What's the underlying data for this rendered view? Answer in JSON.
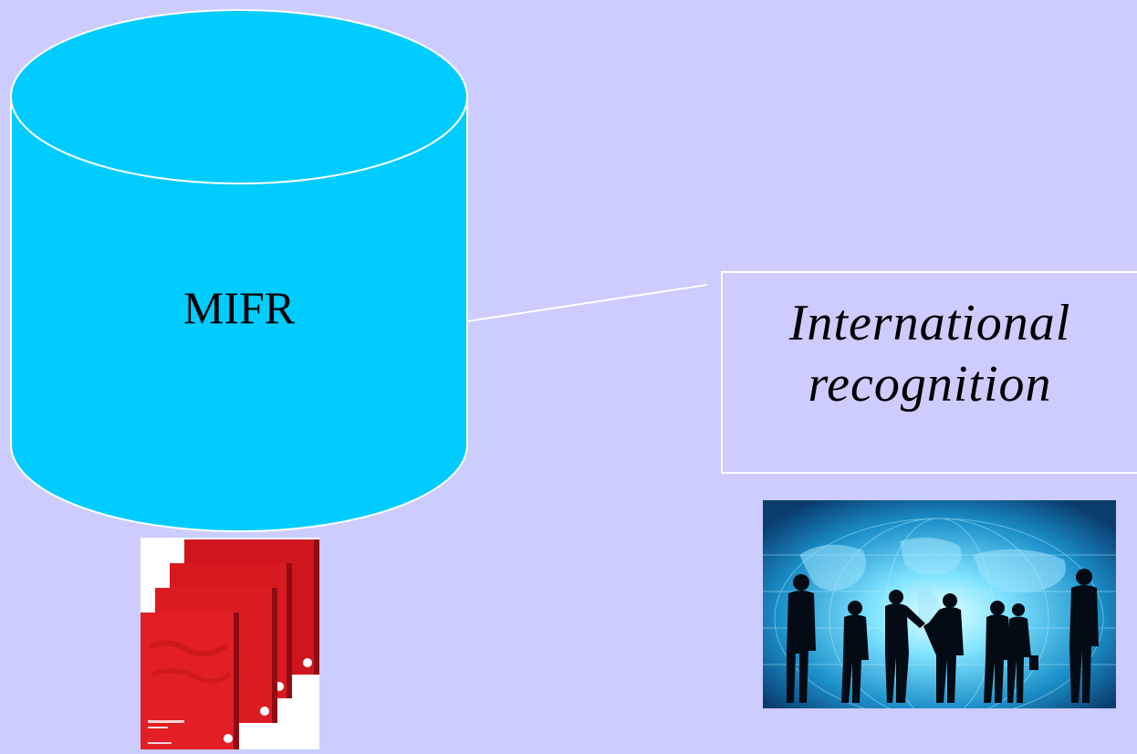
{
  "diagram": {
    "database": {
      "label": "MIFR",
      "fill_color": "#00ccff",
      "stroke_color": "#ffffff"
    },
    "callout": {
      "lines": [
        "International",
        "recognition"
      ],
      "border_color": "#ffffff"
    },
    "background_color": "#ccccff"
  },
  "images": {
    "books": {
      "icon": "radio-regulations-books-image"
    },
    "people": {
      "icon": "business-people-world-map-image"
    }
  }
}
